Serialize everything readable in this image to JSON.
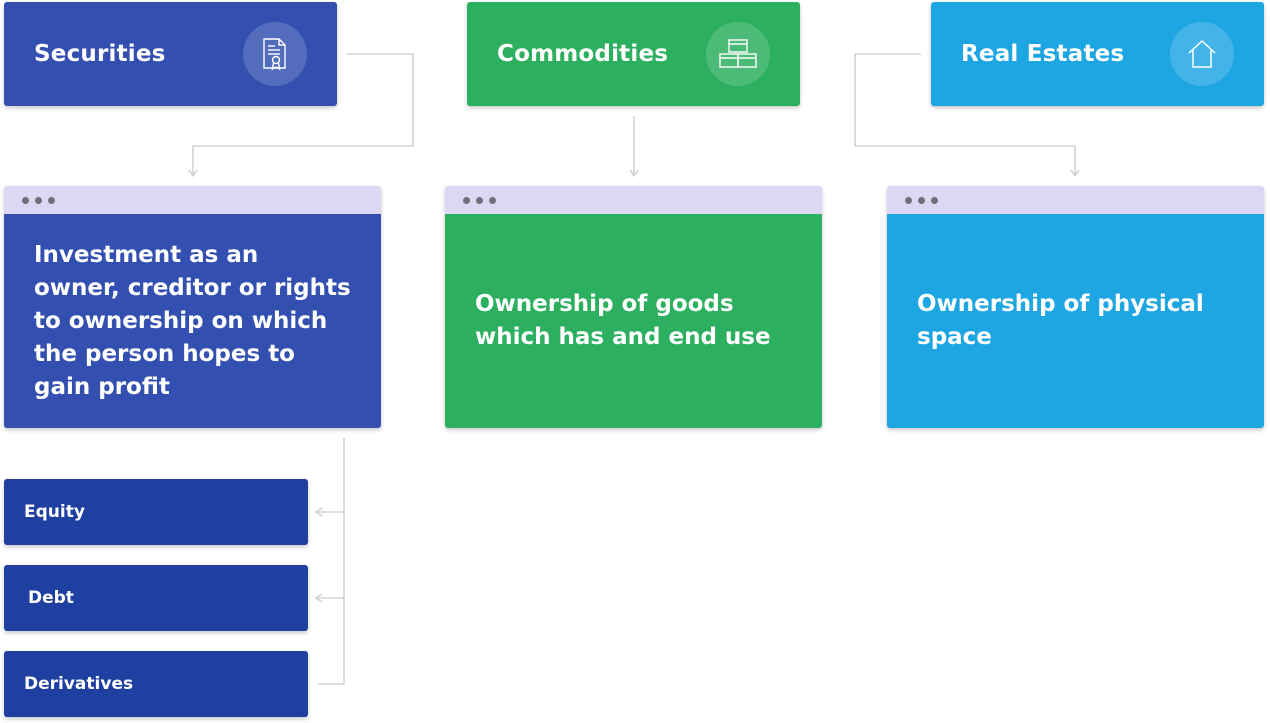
{
  "colors": {
    "securities": "#3350b0",
    "commodities": "#2caf5f",
    "real_estates": "#1ea6e3",
    "sub_items": "#1f40a0",
    "window_bar": "#dcd8f3",
    "connector": "#c9c9c9"
  },
  "categories": [
    {
      "title": "Securities",
      "icon": "certificate-icon",
      "description": "Investment as an owner, creditor or rights to ownership on which the person hopes to gain profit"
    },
    {
      "title": "Commodities",
      "icon": "boxes-icon",
      "description": "Ownership of goods which has and end use"
    },
    {
      "title": "Real Estates",
      "icon": "house-icon",
      "description": "Ownership of physical space"
    }
  ],
  "securities_types": [
    "Equity",
    "Debt",
    "Derivatives"
  ]
}
